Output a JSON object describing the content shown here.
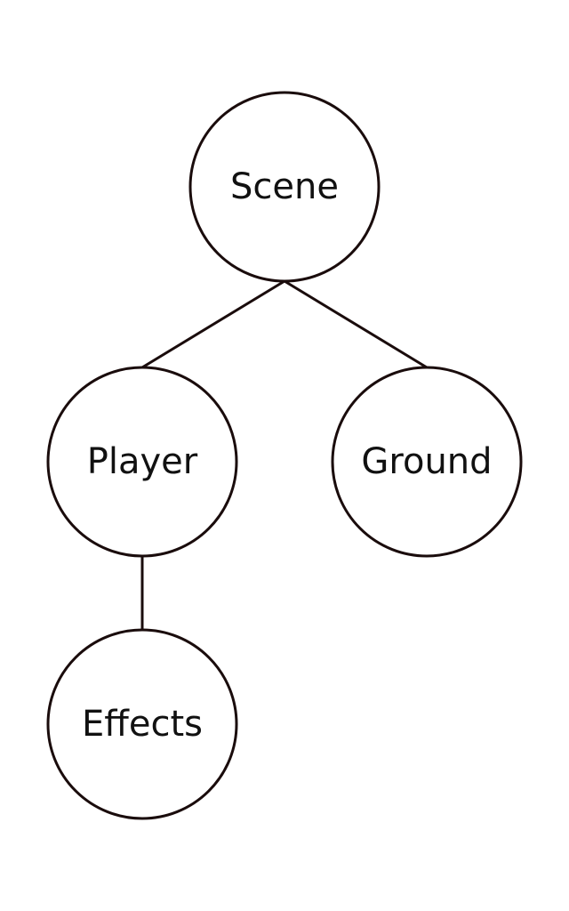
{
  "diagram": {
    "type": "tree",
    "colors": {
      "stroke": "#1a0c0c",
      "text": "#111111",
      "background": "#ffffff"
    },
    "nodes": [
      {
        "id": "scene",
        "label": "Scene"
      },
      {
        "id": "player",
        "label": "Player"
      },
      {
        "id": "ground",
        "label": "Ground"
      },
      {
        "id": "effects",
        "label": "Effects"
      }
    ],
    "edges": [
      {
        "from": "scene",
        "to": "player"
      },
      {
        "from": "scene",
        "to": "ground"
      },
      {
        "from": "player",
        "to": "effects"
      }
    ]
  }
}
